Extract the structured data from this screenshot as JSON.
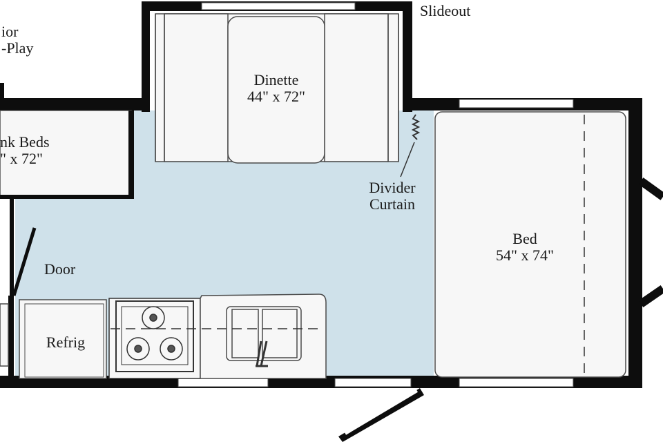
{
  "labels": {
    "slideout": "Slideout",
    "top_left_line1": "ior",
    "top_left_line2": "-Play",
    "dinette_name": "Dinette",
    "dinette_size": "44\" x 72\"",
    "bunk_name": "nk Beds",
    "bunk_size": "\" x 72\"",
    "divider_line1": "Divider",
    "divider_line2": "Curtain",
    "bed_name": "Bed",
    "bed_size": "54\" x 74\"",
    "door": "Door",
    "refrig": "Refrig"
  },
  "colors": {
    "floor": "#cfe1ea",
    "wall": "#0d0d0d",
    "furniture_fill": "#f7f7f7",
    "outline": "#4a4a4a",
    "window": "#ffffff"
  }
}
